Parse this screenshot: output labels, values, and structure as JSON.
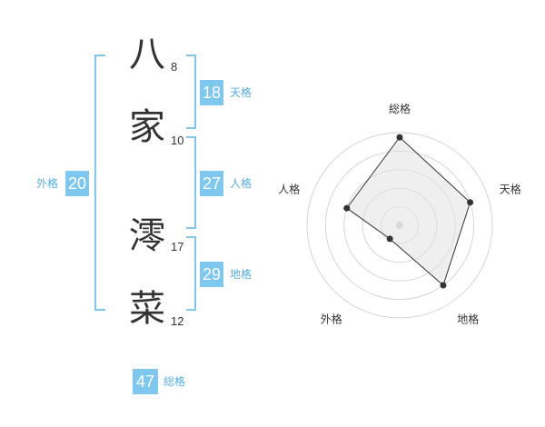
{
  "name": {
    "chars": [
      {
        "char": "八",
        "strokes": "8"
      },
      {
        "char": "家",
        "strokes": "10"
      },
      {
        "char": "澪",
        "strokes": "17"
      },
      {
        "char": "菜",
        "strokes": "12"
      }
    ]
  },
  "fortunes": {
    "tenkaku": {
      "value": "18",
      "label": "天格"
    },
    "jinkaku": {
      "value": "27",
      "label": "人格"
    },
    "chikaku": {
      "value": "29",
      "label": "地格"
    },
    "gaikaku": {
      "value": "20",
      "label": "外格"
    },
    "soukaku": {
      "value": "47",
      "label": "総格"
    }
  },
  "colors": {
    "accent": "#7ec8ef",
    "label": "#56aee0",
    "text": "#333333"
  },
  "chart_data": {
    "type": "radar",
    "axes": [
      "総格",
      "天格",
      "地格",
      "外格",
      "人格"
    ],
    "values": [
      0.95,
      0.8,
      0.8,
      0.18,
      0.6
    ],
    "max": 1
  }
}
